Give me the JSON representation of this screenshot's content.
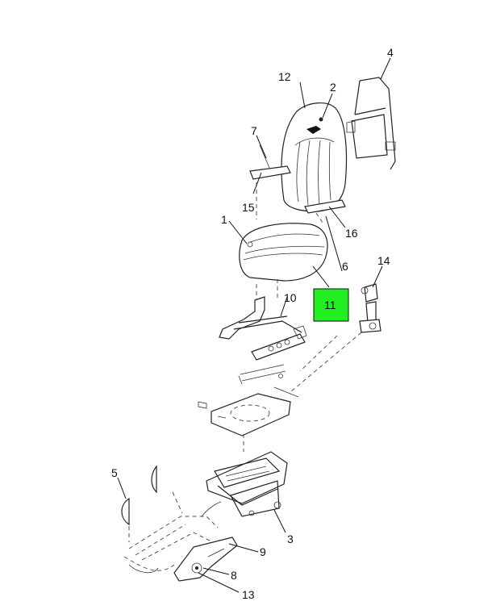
{
  "callouts": {
    "c1": "1",
    "c2": "2",
    "c3": "3",
    "c4": "4",
    "c5": "5",
    "c6": "6",
    "c7": "7",
    "c8": "8",
    "c9": "9",
    "c10": "10",
    "c11": "11",
    "c12": "12",
    "c13": "13",
    "c14": "14",
    "c15": "15",
    "c16": "16"
  },
  "highlight_color": "#22ee22"
}
